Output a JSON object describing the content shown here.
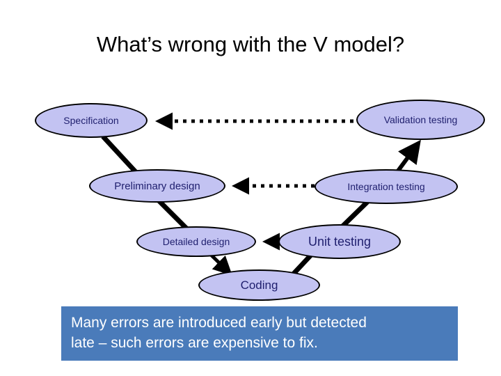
{
  "slide": {
    "title": "What’s wrong with the V model?",
    "background_color": "#FFFFFF"
  },
  "colors": {
    "node_fill": "#C3C3F2",
    "node_stroke": "#000000",
    "node_text": "#1F1F6E",
    "caption_background": "#4A7BBA",
    "caption_text": "#FFFFFF",
    "connector": "#000000"
  },
  "diagram": {
    "type": "v-model",
    "nodes": [
      {
        "id": "specification",
        "label": "Specification",
        "side": "left",
        "level": 1
      },
      {
        "id": "validation-testing",
        "label": "Validation testing",
        "side": "right",
        "level": 1
      },
      {
        "id": "preliminary-design",
        "label": "Preliminary design",
        "side": "left",
        "level": 2
      },
      {
        "id": "integration-testing",
        "label": "Integration testing",
        "side": "right",
        "level": 2
      },
      {
        "id": "detailed-design",
        "label": "Detailed design",
        "side": "left",
        "level": 3
      },
      {
        "id": "unit-testing",
        "label": "Unit testing",
        "side": "right",
        "level": 3
      },
      {
        "id": "coding",
        "label": "Coding",
        "side": "center",
        "level": 4
      }
    ],
    "connectors": [
      {
        "id": "spec-to-preliminary",
        "from": "specification",
        "to": "preliminary-design",
        "style": "solid",
        "arrow": false
      },
      {
        "id": "preliminary-to-detailed",
        "from": "preliminary-design",
        "to": "detailed-design",
        "style": "solid",
        "arrow": false
      },
      {
        "id": "detailed-to-coding",
        "from": "detailed-design",
        "to": "coding",
        "style": "solid",
        "arrow": true
      },
      {
        "id": "coding-to-unit",
        "from": "coding",
        "to": "unit-testing",
        "style": "solid",
        "arrow": false
      },
      {
        "id": "unit-to-integration",
        "from": "unit-testing",
        "to": "integration-testing",
        "style": "solid",
        "arrow": false
      },
      {
        "id": "integration-to-validation",
        "from": "integration-testing",
        "to": "validation-testing",
        "style": "solid",
        "arrow": true
      },
      {
        "id": "validation-to-spec",
        "from": "validation-testing",
        "to": "specification",
        "style": "dotted",
        "arrow": true
      },
      {
        "id": "integration-to-preliminary",
        "from": "integration-testing",
        "to": "preliminary-design",
        "style": "dotted",
        "arrow": true
      },
      {
        "id": "unit-to-detailed",
        "from": "unit-testing",
        "to": "detailed-design",
        "style": "dotted",
        "arrow": true
      }
    ]
  },
  "caption": {
    "line1": "Many errors are introduced early but detected",
    "line2": "late – such errors are expensive to fix."
  }
}
